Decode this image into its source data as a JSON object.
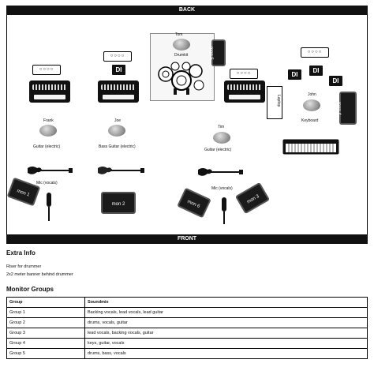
{
  "stage": {
    "back_label": "BACK",
    "front_label": "FRONT",
    "items": {
      "tom_name": "Tom",
      "drumkit_label": "Drumkit",
      "mon5": "mon 5",
      "frank_name": "Frank",
      "frank_instrument": "Guitar (electric)",
      "joe_name": "Joe",
      "joe_instrument": "Bass Guitar (electric)",
      "tim_name": "Tim",
      "tim_instrument": "Guitar (electric)",
      "john_name": "John",
      "keyboard_label": "Keyboard",
      "laptop_label": "Laptop",
      "di_label": "DI",
      "plug_label": "○○○○",
      "mon1": "mon 1",
      "mon2": "mon 2",
      "mon3": "mon 3",
      "mon4": "mon 4",
      "mon6": "mon 6",
      "mic_left": "Mic (vocals)",
      "mic_right": "Mic (vocals)"
    }
  },
  "extra_info": {
    "heading": "Extra Info",
    "lines": [
      "Riser for drummer",
      "2x2 meter banner behind drummer"
    ]
  },
  "monitor_groups": {
    "heading": "Monitor Groups",
    "columns": [
      "Group",
      "Soundmix"
    ],
    "rows": [
      [
        "Group 1",
        "Backing vocals, lead vocals, lead guitar"
      ],
      [
        "Group 2",
        "drums, vocals, guitar"
      ],
      [
        "Group 3",
        "lead vocals, backing vocals, guitar"
      ],
      [
        "Group 4",
        "keys, guitar, vocals"
      ],
      [
        "Group 5",
        "drums, bass, vocals"
      ]
    ]
  }
}
